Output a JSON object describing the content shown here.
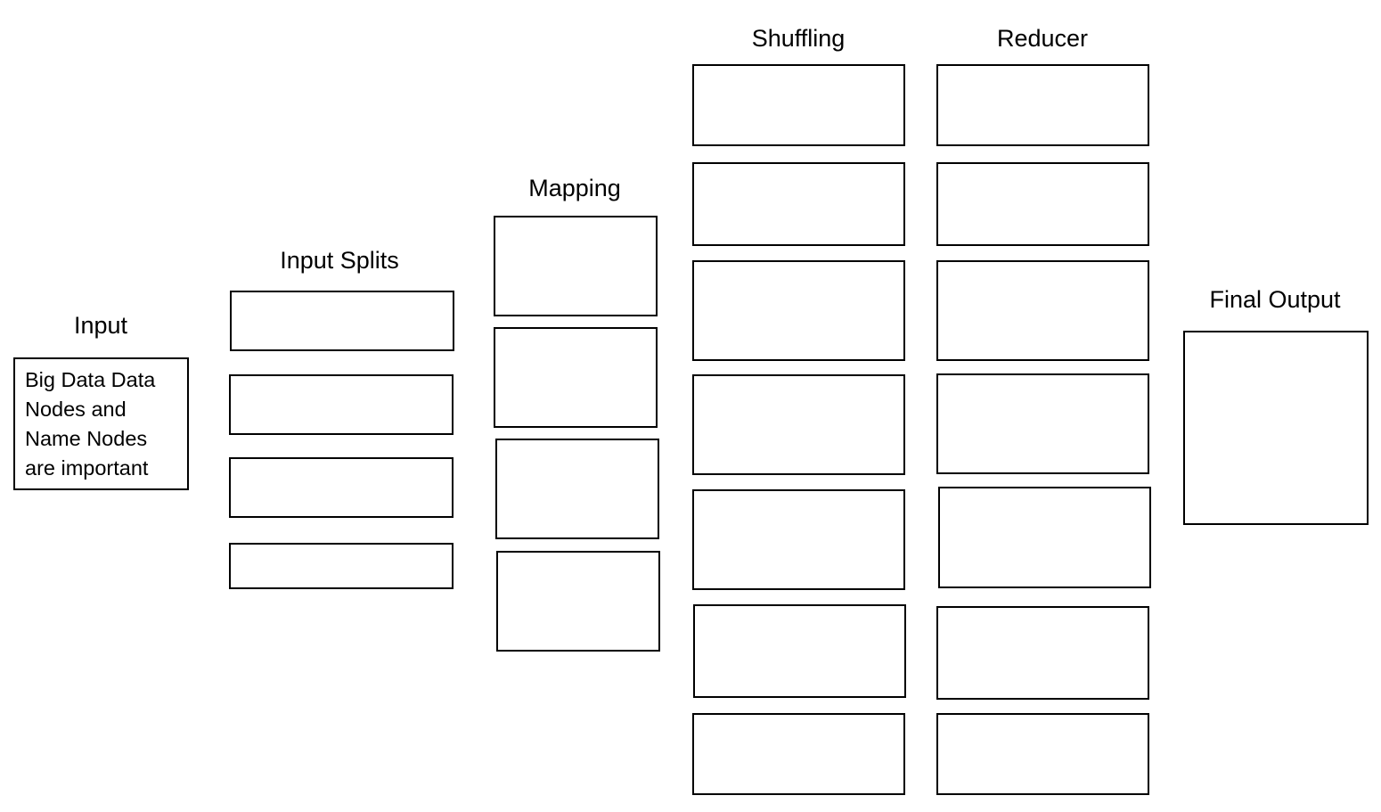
{
  "headings": {
    "input": "Input",
    "input_splits": "Input Splits",
    "mapping": "Mapping",
    "shuffling": "Shuffling",
    "reducer": "Reducer",
    "final_output": "Final Output"
  },
  "input_box": {
    "lines": [
      "Big Data Data",
      "Nodes and",
      "Name Nodes",
      "are important"
    ]
  },
  "input_splits": [
    "",
    "",
    "",
    ""
  ],
  "mapping": [
    "",
    "",
    "",
    ""
  ],
  "shuffling": [
    "",
    "",
    "",
    "",
    "",
    "",
    ""
  ],
  "reducer": [
    "",
    "",
    "",
    "",
    "",
    "",
    ""
  ],
  "final_output": [
    ""
  ],
  "colors": {
    "border": "#000000",
    "background": "#ffffff",
    "text": "#000000"
  }
}
